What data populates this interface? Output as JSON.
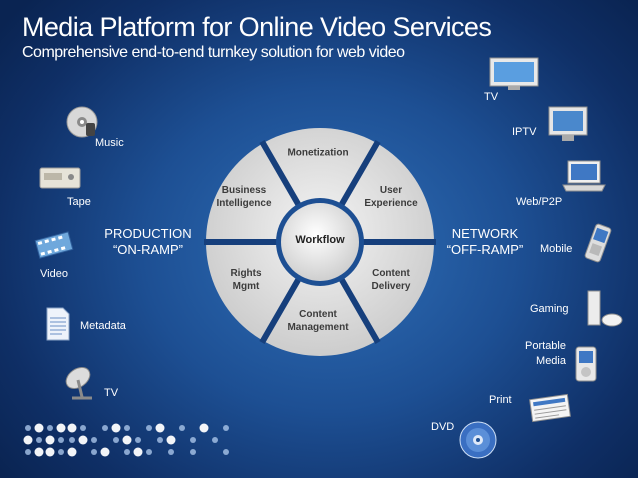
{
  "title": "Media Platform for Online Video Services",
  "subtitle": "Comprehensive end-to-end turnkey solution for web video",
  "workflow": {
    "center": "Workflow",
    "segments": [
      {
        "line1": "Monetization",
        "line2": ""
      },
      {
        "line1": "User",
        "line2": "Experience"
      },
      {
        "line1": "Content",
        "line2": "Delivery"
      },
      {
        "line1": "Content",
        "line2": "Management"
      },
      {
        "line1": "Rights",
        "line2": "Mgmt"
      },
      {
        "line1": "Business",
        "line2": "Intelligence"
      }
    ]
  },
  "production": {
    "line1": "PRODUCTION",
    "line2": "“ON-RAMP”"
  },
  "network": {
    "line1": "NETWORK",
    "line2": "“OFF-RAMP”"
  },
  "sources": {
    "music": "Music",
    "tape": "Tape",
    "video": "Video",
    "metadata": "Metadata",
    "tv": "TV"
  },
  "outputs": {
    "tv": "TV",
    "iptv": "IPTV",
    "web": "Web/P2P",
    "mobile": "Mobile",
    "gaming": "Gaming",
    "portable_line1": "Portable",
    "portable_line2": "Media",
    "print": "Print",
    "dvd": "DVD"
  },
  "colors": {
    "background": "#1d4f93",
    "wheel": "#e4e4e4",
    "divider": "#163f7c",
    "text": "#ffffff"
  }
}
